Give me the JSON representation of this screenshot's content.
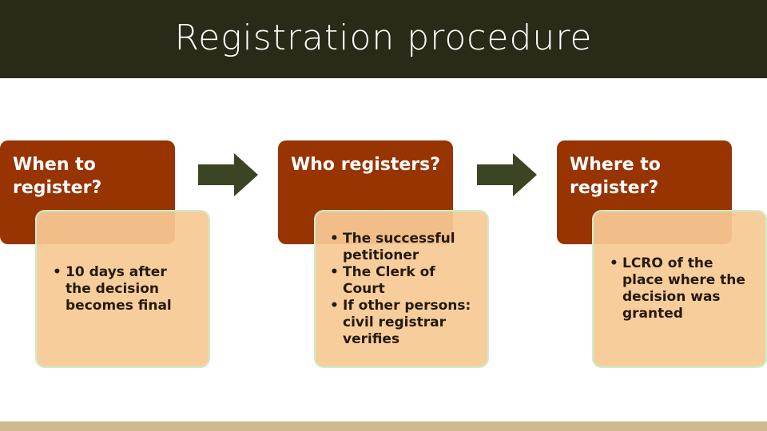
{
  "title": "Registration procedure",
  "steps": [
    {
      "heading": "When to register?",
      "items": [
        "10 days after the decision becomes final"
      ]
    },
    {
      "heading": "Who registers?",
      "items": [
        "The successful petitioner",
        "The Clerk of Court",
        "If other persons: civil registrar verifies"
      ]
    },
    {
      "heading": "Where to register?",
      "items": [
        "LCRO of the place where the decision was granted"
      ]
    }
  ],
  "colors": {
    "title_bar": "#2a2a19",
    "step_heading": "#983302",
    "step_body": "#f7c995",
    "step_body_border": "#c8efc8",
    "arrow": "#3c4523",
    "footer_bar": "#d0b990"
  },
  "icons": {
    "connector": "arrow-right-icon"
  }
}
